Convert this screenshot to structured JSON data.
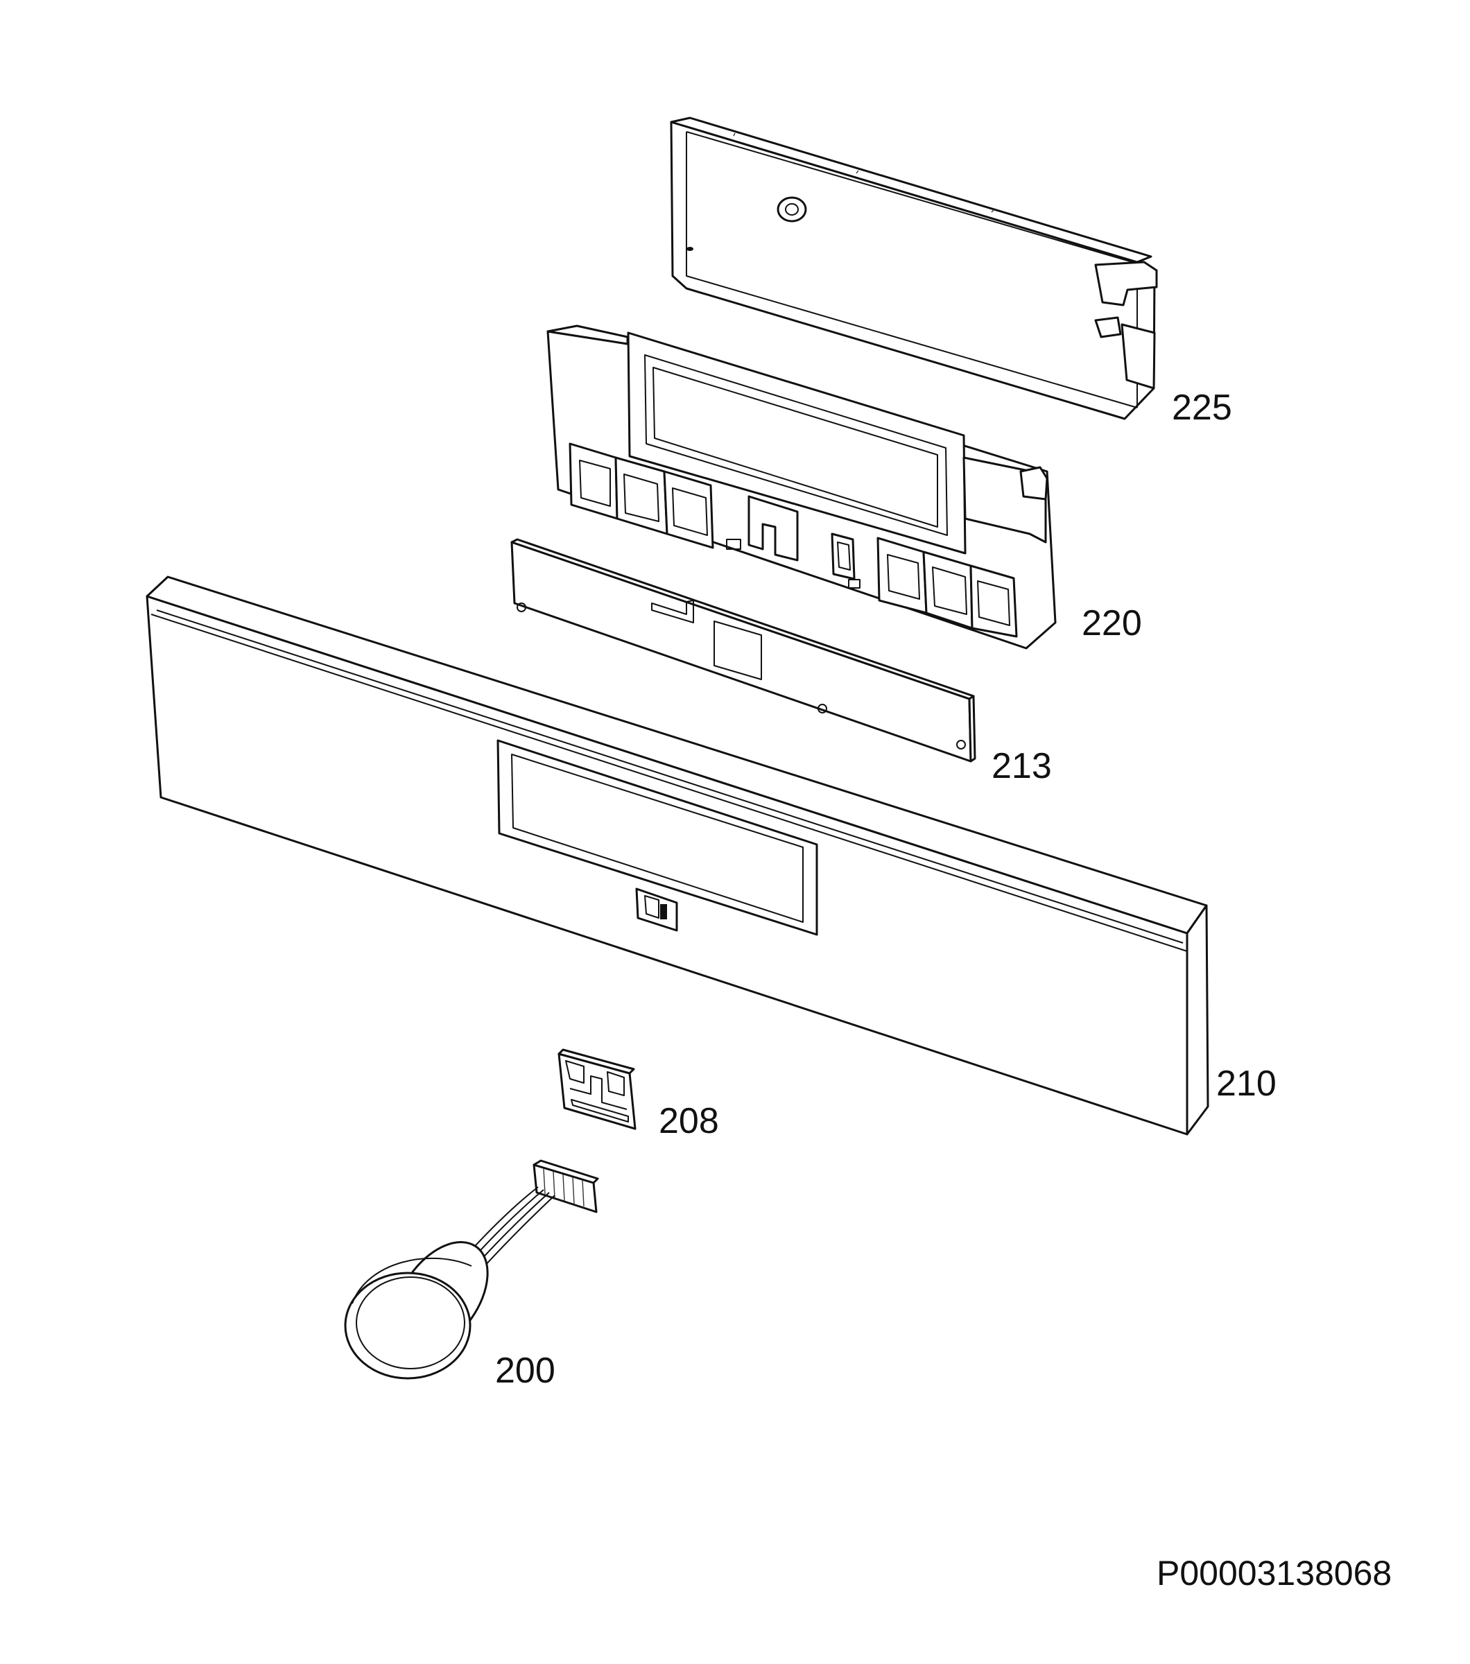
{
  "callouts": [
    {
      "id": "225",
      "label": "225"
    },
    {
      "id": "220",
      "label": "220"
    },
    {
      "id": "213",
      "label": "213"
    },
    {
      "id": "210",
      "label": "210"
    },
    {
      "id": "208",
      "label": "208"
    },
    {
      "id": "200",
      "label": "200"
    }
  ],
  "drawing_number": "P00003138068"
}
